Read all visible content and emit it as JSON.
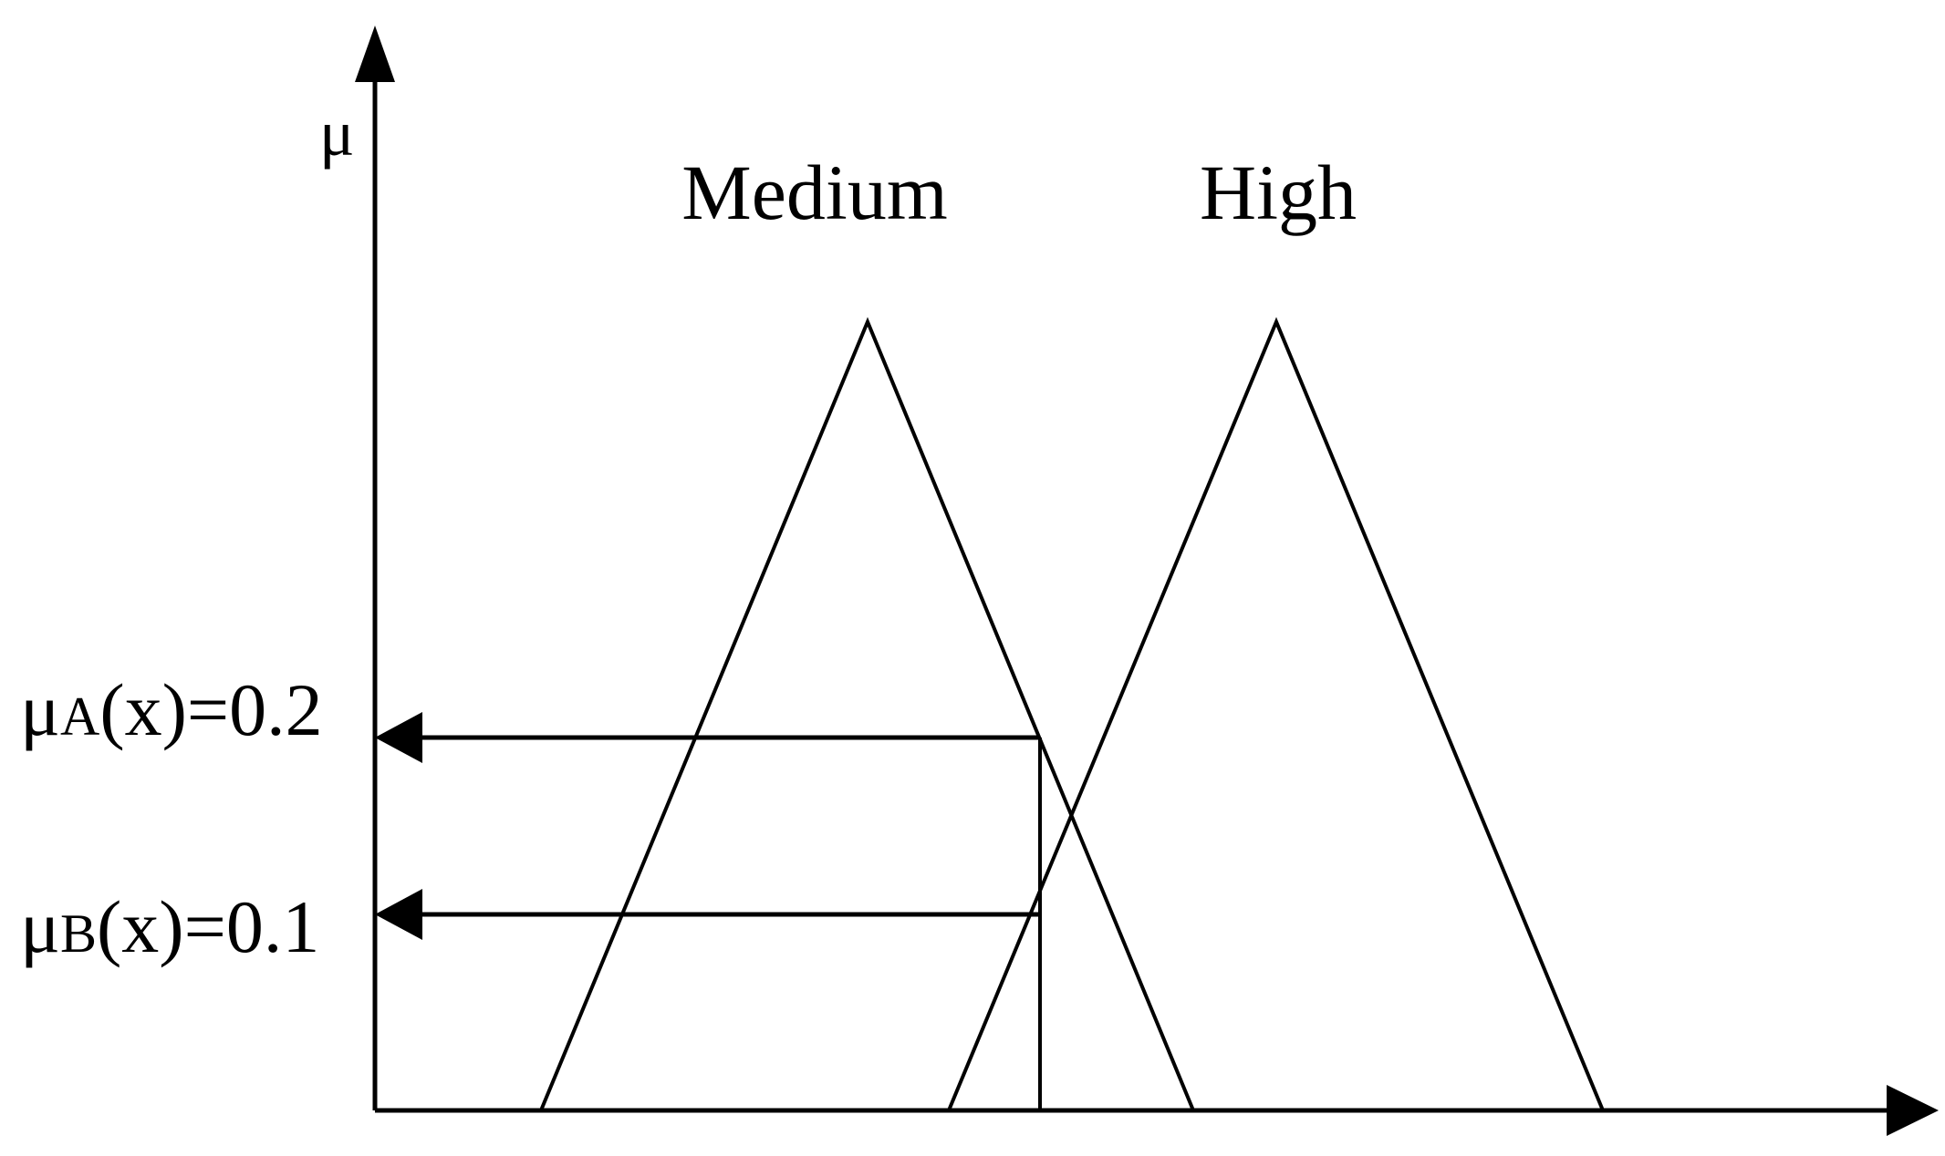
{
  "diagram": {
    "axis_y_label": "μ",
    "sets": [
      {
        "name": "Medium"
      },
      {
        "name": "High"
      }
    ],
    "membership_a": {
      "mu": "μ",
      "sub": "A",
      "rest": "(x)=0.2",
      "value": 0.2
    },
    "membership_b": {
      "mu": "μ",
      "sub": "B",
      "rest": "(x)=0.1",
      "value": 0.1
    },
    "stroke_color": "#000000",
    "background_color": "#ffffff"
  }
}
